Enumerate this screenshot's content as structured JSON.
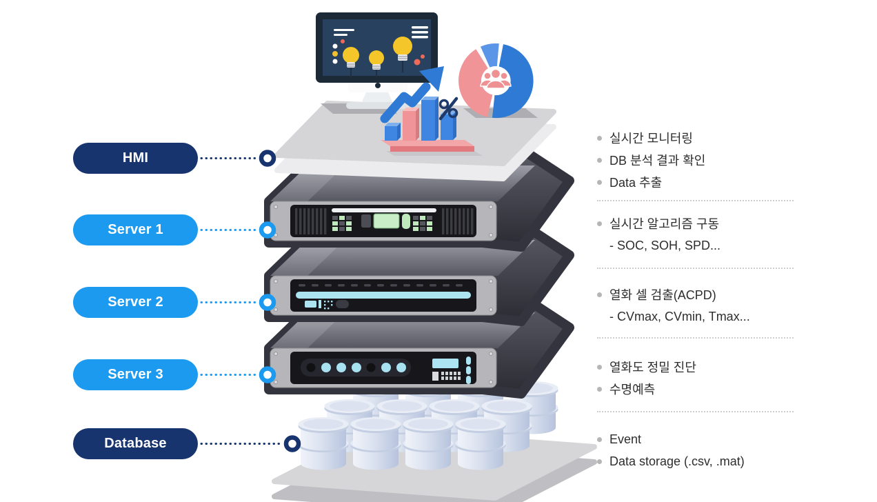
{
  "layers": [
    {
      "label": "HMI",
      "style": "navy"
    },
    {
      "label": "Server 1",
      "style": "blue"
    },
    {
      "label": "Server 2",
      "style": "blue"
    },
    {
      "label": "Server 3",
      "style": "blue"
    },
    {
      "label": "Database",
      "style": "navy"
    }
  ],
  "sections": [
    {
      "for": "HMI",
      "lines": [
        {
          "bullet": true,
          "text": "실시간 모니터링"
        },
        {
          "bullet": true,
          "text": "DB 분석 결과 확인"
        },
        {
          "bullet": true,
          "text": "Data 추출"
        }
      ]
    },
    {
      "for": "Server 1",
      "lines": [
        {
          "bullet": true,
          "text": "실시간 알고리즘 구동"
        },
        {
          "bullet": false,
          "text": "- SOC, SOH, SPD..."
        }
      ]
    },
    {
      "for": "Server 2",
      "lines": [
        {
          "bullet": true,
          "text": "열화 셀 검출(ACPD)"
        },
        {
          "bullet": false,
          "text": "- CVmax, CVmin, Tmax..."
        }
      ]
    },
    {
      "for": "Server 3",
      "lines": [
        {
          "bullet": true,
          "text": "열화도 정밀 진단"
        },
        {
          "bullet": true,
          "text": "수명예측"
        }
      ]
    },
    {
      "for": "Database",
      "lines": [
        {
          "bullet": true,
          "text": "Event"
        },
        {
          "bullet": true,
          "text": "Data storage (.csv, .mat)"
        }
      ]
    }
  ],
  "icons": {
    "monitor": "monitor-dashboard-icon",
    "lightbulbs": "idea-bulb-icon",
    "pie": "donut-chart-icon",
    "people": "people-group-icon",
    "bars": "bar-chart-icon",
    "arrow": "growth-arrow-icon",
    "percent": "percent-icon",
    "racks": "server-rack-icon",
    "database": "database-cylinder-icon"
  },
  "colors": {
    "navy": "#17346f",
    "blue": "#1b9af0",
    "slab_dark": "#34343e",
    "slab_top": "#7b7b86",
    "platform": "#d5d5d7",
    "panel_frame": "#b6b6ba",
    "panel_black": "#17171b",
    "cyan_accent": "#ade4f2",
    "lcd_green": "#c9edc6",
    "chart_blue": "#2e7ad4",
    "chart_pink": "#f19497",
    "bulb_yellow": "#f5c629",
    "text": "#2d2d2d"
  }
}
